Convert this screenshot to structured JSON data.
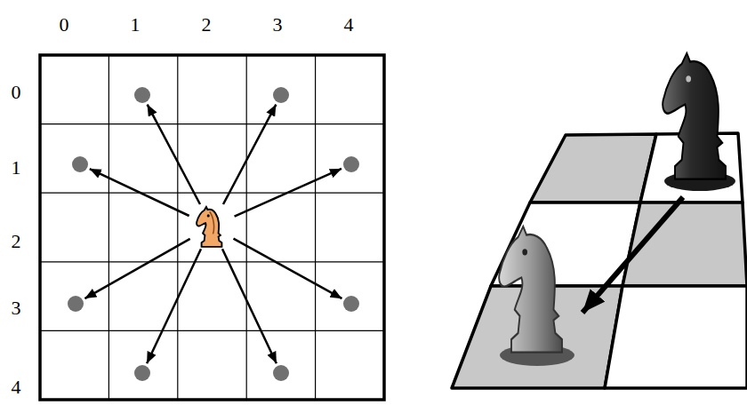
{
  "diagram": {
    "labels": [
      "0",
      "1",
      "2",
      "3",
      "4",
      "0",
      "1",
      "2",
      "3",
      "4"
    ]
  }
}
